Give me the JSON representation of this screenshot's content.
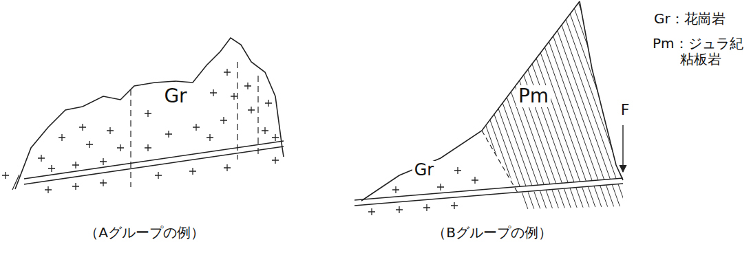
{
  "diagram": {
    "labels": [
      "Gr：花崗岩",
      "Pm：ジュラ紀 粘板岩",
      "Gr",
      "Gr",
      "Pm",
      "F",
      "（Aグループの例）",
      "（Bグループの例）"
    ]
  }
}
